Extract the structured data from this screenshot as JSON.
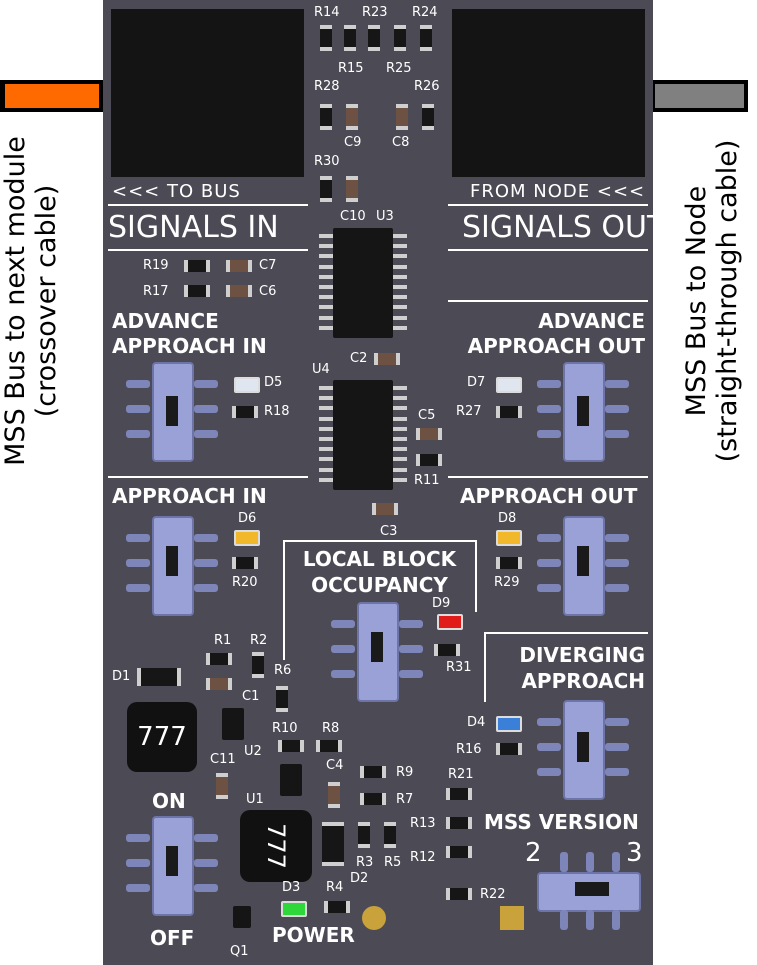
{
  "left_label": {
    "line1": "MSS Bus to next module",
    "line2": "(crossover cable)",
    "color": "#ff6a00"
  },
  "right_label": {
    "line1": "MSS Bus to Node",
    "line2": "(straight-through cable)",
    "color": "#808080"
  },
  "board": {
    "to_bus": "<<< TO BUS",
    "from_node": "FROM NODE <<<",
    "signals_in": "SIGNALS IN",
    "signals_out": "SIGNALS OUT",
    "advance_in": [
      "ADVANCE",
      "APPROACH IN"
    ],
    "advance_out": [
      "ADVANCE",
      "APPROACH OUT"
    ],
    "approach_in": "APPROACH IN",
    "approach_out": "APPROACH OUT",
    "local_block": [
      "LOCAL BLOCK",
      "OCCUPANCY"
    ],
    "diverging": [
      "DIVERGING",
      "APPROACH"
    ],
    "on": "ON",
    "off": "OFF",
    "power": "POWER",
    "mss_version": "MSS VERSION",
    "ver2": "2",
    "ver3": "3",
    "inductor_label": "777"
  },
  "refs": {
    "R14": "R14",
    "R23": "R23",
    "R24": "R24",
    "R15": "R15",
    "R25": "R25",
    "R28": "R28",
    "R26": "R26",
    "C9": "C9",
    "C8": "C8",
    "R30": "R30",
    "C10": "C10",
    "U3": "U3",
    "R19": "R19",
    "C7": "C7",
    "R17": "R17",
    "C6": "C6",
    "C2": "C2",
    "U4": "U4",
    "D5": "D5",
    "R18": "R18",
    "D7": "D7",
    "R27": "R27",
    "C5": "C5",
    "R11": "R11",
    "C3": "C3",
    "D6": "D6",
    "R20": "R20",
    "D8": "D8",
    "R29": "R29",
    "D9": "D9",
    "R31": "R31",
    "R1": "R1",
    "R2": "R2",
    "R6": "R6",
    "D1": "D1",
    "C1": "C1",
    "U2": "U2",
    "R10": "R10",
    "R8": "R8",
    "D4": "D4",
    "R16": "R16",
    "C11": "C11",
    "C4": "C4",
    "R9": "R9",
    "R7": "R7",
    "R21": "R21",
    "U1": "U1",
    "R13": "R13",
    "R12": "R12",
    "R3": "R3",
    "R5": "R5",
    "D3": "D3",
    "R4": "R4",
    "D2": "D2",
    "R22": "R22",
    "Q1": "Q1"
  },
  "led_colors": {
    "D5": "#dfe6ef",
    "D7": "#dfe6ef",
    "D6": "#f2b82c",
    "D8": "#f2b82c",
    "D9": "#e11a1a",
    "D4": "#3a7fd8",
    "D3": "#2fd83a"
  }
}
